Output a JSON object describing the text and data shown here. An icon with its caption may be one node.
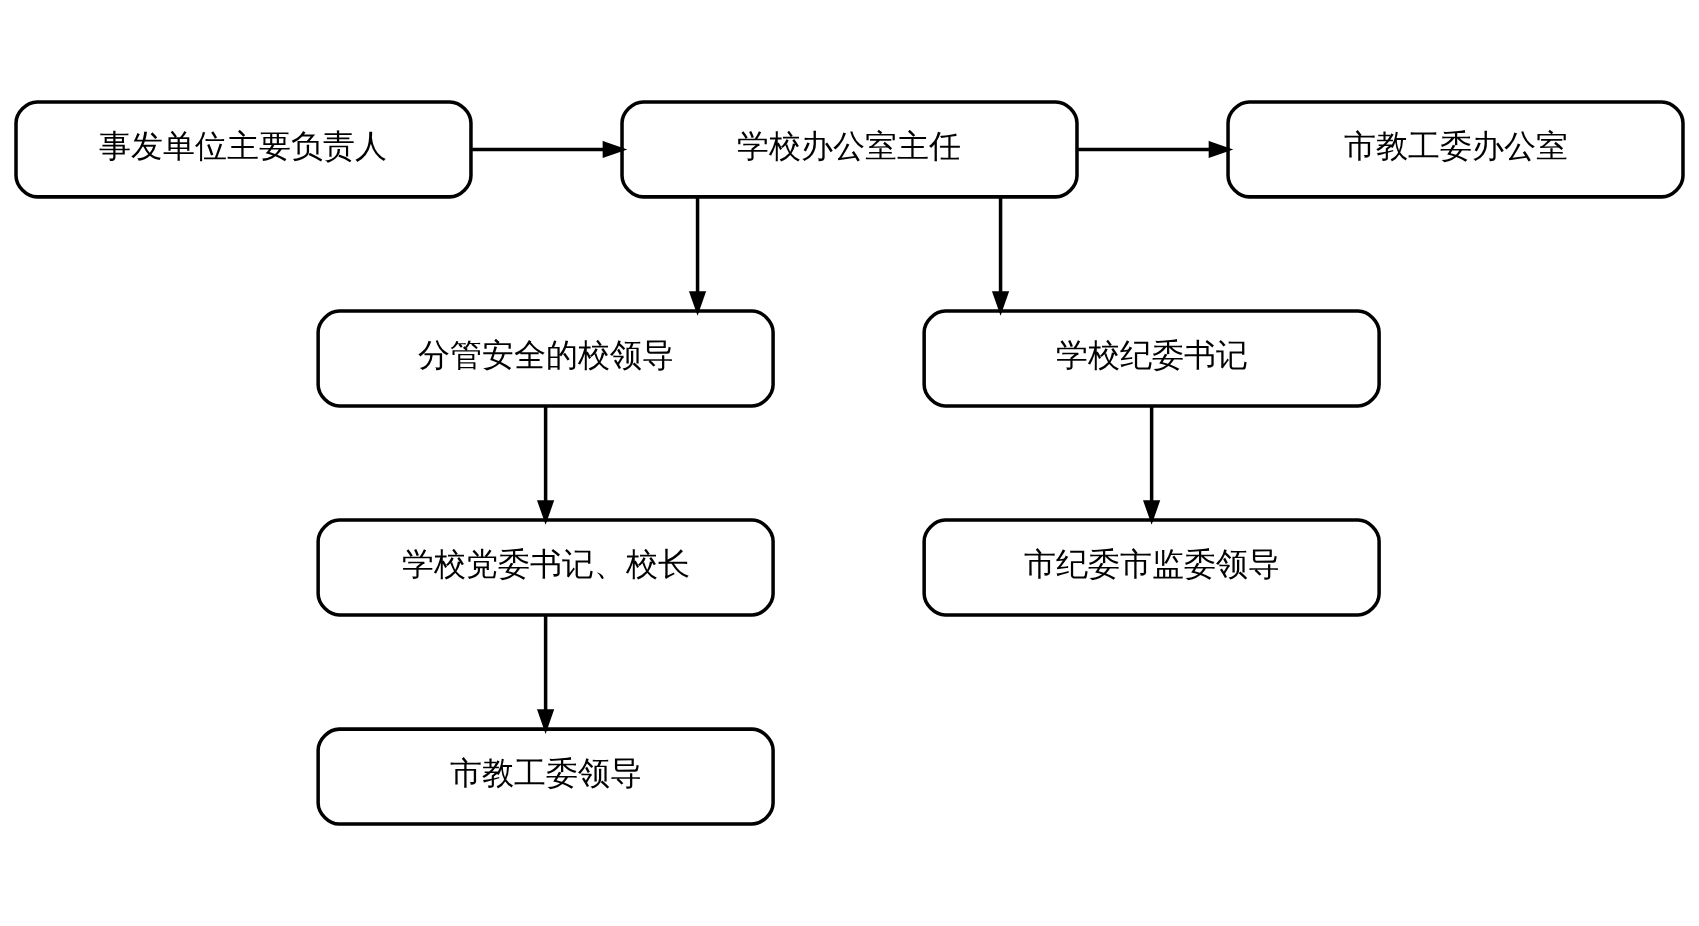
{
  "diagram": {
    "nodes": [
      {
        "text": [
          "事发单位主要负责人"
        ]
      },
      {
        "text": [
          "学校办公室主任"
        ]
      },
      {
        "text": [
          "市教工委办公室"
        ]
      },
      {
        "text": [
          "分管安全的校领导"
        ]
      },
      {
        "text": [
          "学校纪委书记"
        ]
      },
      {
        "text": [
          "学校党委书记、校长"
        ]
      },
      {
        "text": [
          "市纪委市监委领导"
        ]
      },
      {
        "text": [
          "市教工委领导"
        ]
      }
    ],
    "edges": [
      {
        "from": 0,
        "to": 1,
        "arrow": "to"
      },
      {
        "from": 1,
        "to": 2,
        "arrow": "to"
      },
      {
        "from": 1,
        "to": 3,
        "arrow": "to"
      },
      {
        "from": 1,
        "to": 4,
        "arrow": "to"
      },
      {
        "from": 3,
        "to": 5,
        "arrow": "to"
      },
      {
        "from": 4,
        "to": 6,
        "arrow": "to"
      },
      {
        "from": 5,
        "to": 7,
        "arrow": "to"
      }
    ]
  }
}
